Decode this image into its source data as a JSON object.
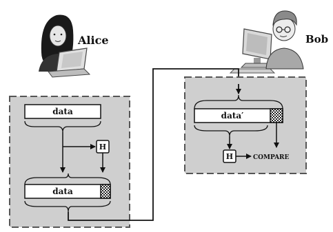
{
  "actors": {
    "sender": {
      "name": "Alice",
      "icon": "person-laptop-icon"
    },
    "receiver": {
      "name": "Bob",
      "icon": "person-computer-icon"
    }
  },
  "sender_panel": {
    "top_block_label": "data",
    "hash_label": "H",
    "bottom_block_label": "data"
  },
  "receiver_panel": {
    "block_label": "data′",
    "hash_label": "H",
    "compare_label": "COMPARE"
  },
  "colors": {
    "panel_fill": "#cfcfcf",
    "panel_border": "#555555",
    "block_fill": "#ffffff",
    "line": "#111111"
  }
}
